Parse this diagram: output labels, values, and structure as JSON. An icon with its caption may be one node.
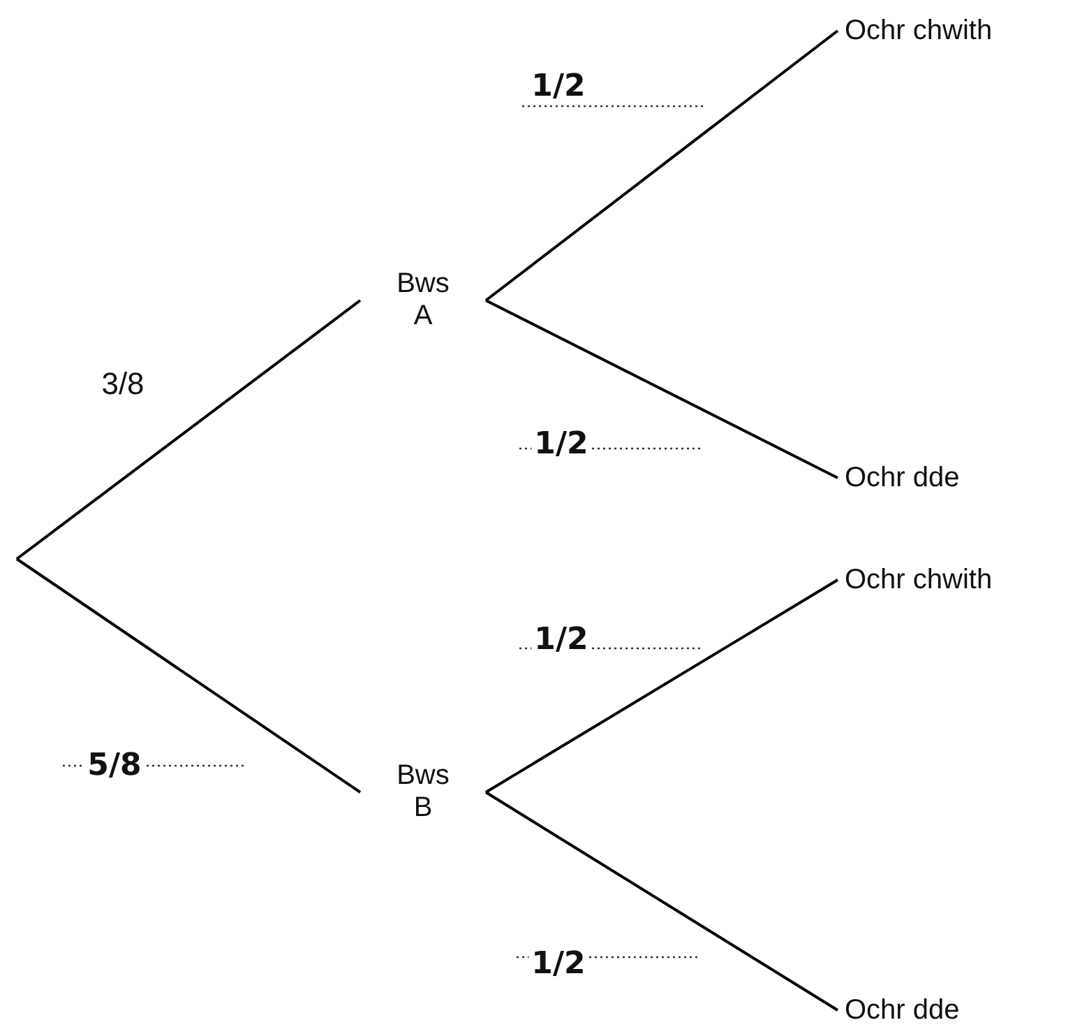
{
  "diagram": {
    "nodes": [
      {
        "text": [
          "Bws A"
        ]
      },
      {
        "text": [
          "Bws B"
        ]
      },
      {
        "text": [
          "Ochr chwith"
        ]
      },
      {
        "text": [
          "Ochr dde"
        ]
      },
      {
        "text": [
          "Ochr chwith"
        ]
      },
      {
        "text": [
          "Ochr dde"
        ]
      }
    ],
    "edges": [
      {
        "from": null,
        "to": 0,
        "arrow": "none",
        "label": "3/8"
      },
      {
        "from": null,
        "to": 1,
        "arrow": "none",
        "label": "5/8"
      },
      {
        "from": 0,
        "to": 2,
        "arrow": "none",
        "label": "1/2"
      },
      {
        "from": 0,
        "to": 3,
        "arrow": "none",
        "label": "1/2"
      },
      {
        "from": 1,
        "to": 4,
        "arrow": "none",
        "label": "1/2"
      },
      {
        "from": 1,
        "to": 5,
        "arrow": "none",
        "label": "1/2"
      }
    ]
  }
}
